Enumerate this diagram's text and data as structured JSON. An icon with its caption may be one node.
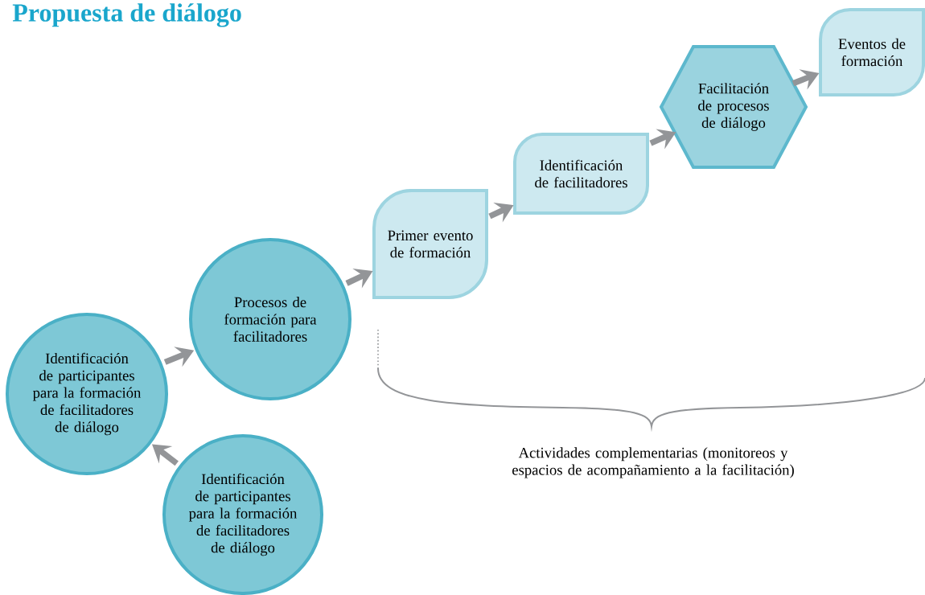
{
  "diagram": {
    "title": "Propuesta de diálogo",
    "nodes": [
      {
        "text": [
          "Identificación de participantes para la formación de facilitadores de diálogo"
        ]
      },
      {
        "text": [
          "Identificación de participantes para la formación de facilitadores de diálogo"
        ]
      },
      {
        "text": [
          "Procesos de formación para facilitadores"
        ]
      },
      {
        "text": [
          "Primer evento de formación"
        ]
      },
      {
        "text": [
          "Identificación de facilitadores"
        ]
      },
      {
        "text": [
          "Facilitación de procesos de diálogo"
        ]
      },
      {
        "text": [
          "Eventos de formación"
        ]
      }
    ],
    "edges": [
      {
        "from": 1,
        "to": 0,
        "arrow": "to"
      },
      {
        "from": 0,
        "to": 2,
        "arrow": "to"
      },
      {
        "from": 2,
        "to": 3,
        "arrow": "to"
      },
      {
        "from": 3,
        "to": 4,
        "arrow": "to"
      },
      {
        "from": 4,
        "to": 5,
        "arrow": "to"
      },
      {
        "from": 5,
        "to": 6,
        "arrow": "to"
      }
    ],
    "labels": [
      "Actividades complementarias (monitoreos y espacios de acompañamiento a la facilitación)"
    ]
  }
}
